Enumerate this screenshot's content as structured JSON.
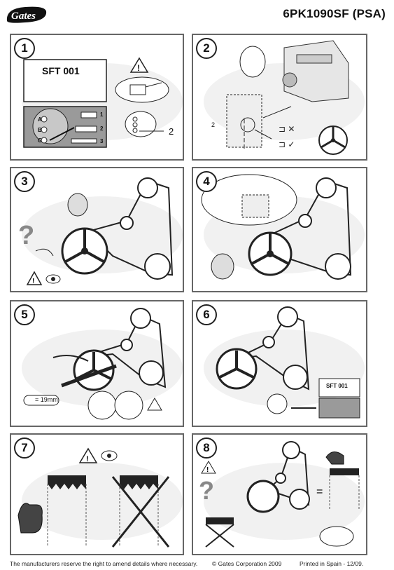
{
  "header": {
    "logo_text": "Gates",
    "title": "6PK1090SF (PSA)"
  },
  "panels": [
    {
      "number": "1",
      "tool_label": "SFT 001",
      "pin_labels": [
        "A",
        "B",
        "C"
      ],
      "side_numbers": [
        "1",
        "2",
        "3"
      ],
      "callout_number": "2"
    },
    {
      "number": "2",
      "callout_number": "2"
    },
    {
      "number": "3"
    },
    {
      "number": "4"
    },
    {
      "number": "5",
      "wrench_size": "= 19mm"
    },
    {
      "number": "6",
      "tool_label": "SFT 001"
    },
    {
      "number": "7"
    },
    {
      "number": "8"
    }
  ],
  "footer": {
    "disclaimer": "The manufacturers reserve the right to amend details where necessary.",
    "copyright": "© Gates Corporation 2009",
    "printed": "Printed in Spain - 12/09."
  }
}
